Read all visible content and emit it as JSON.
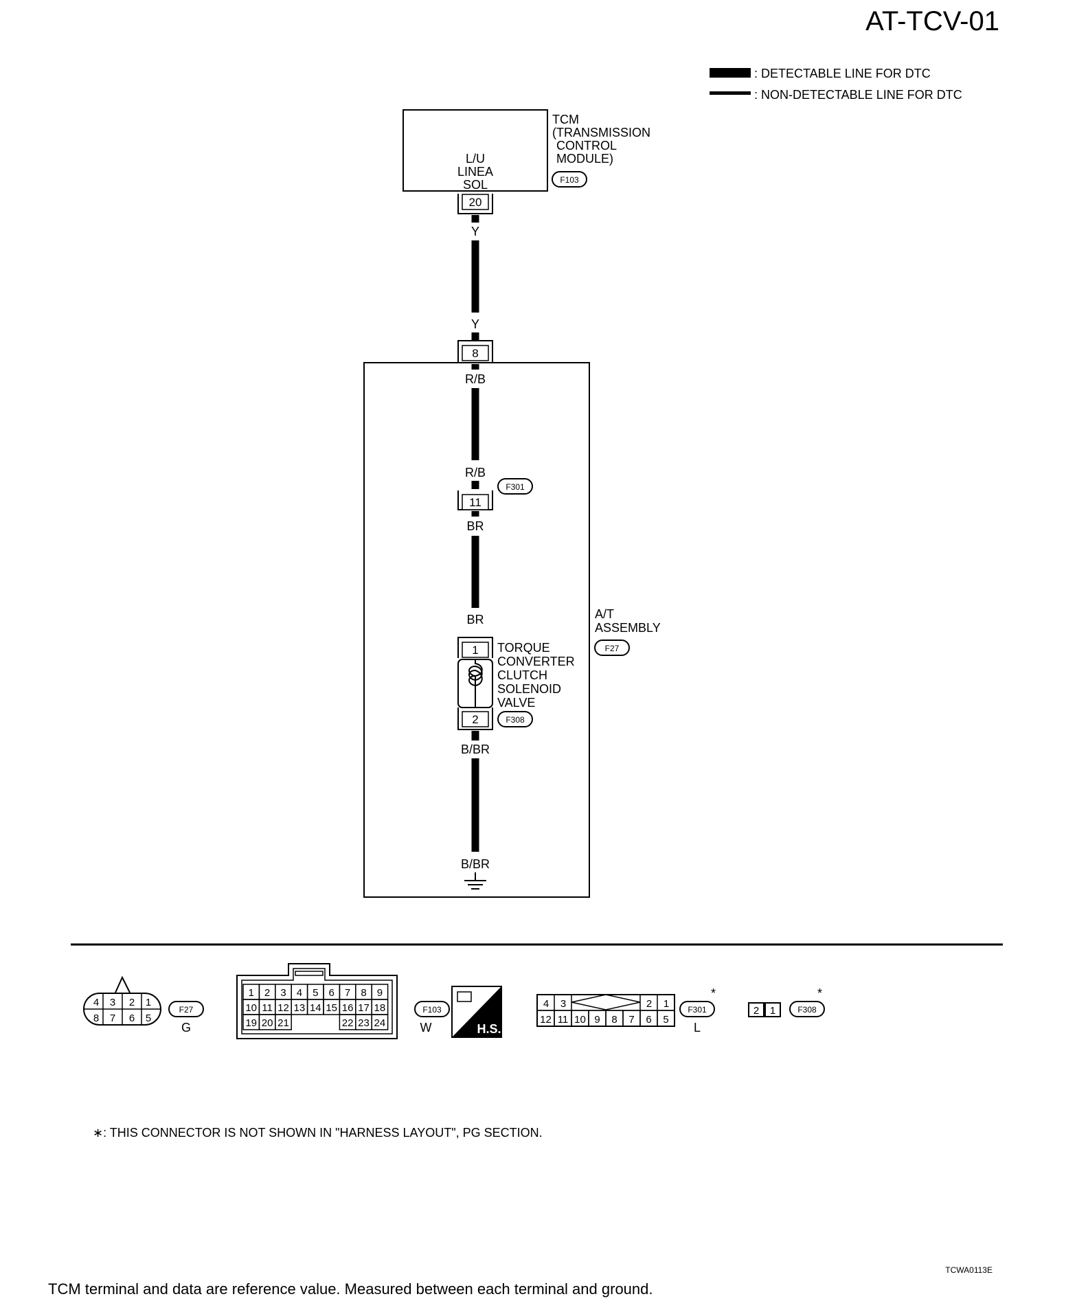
{
  "title": "AT-TCV-01",
  "legend": {
    "detectable": ": DETECTABLE LINE FOR DTC",
    "non_detectable": ": NON-DETECTABLE LINE FOR DTC"
  },
  "tcm": {
    "name": "TCM",
    "full_name": [
      "(TRANSMISSION",
      "CONTROL",
      "MODULE)"
    ],
    "connector": "F103",
    "terminal_label": [
      "L/U",
      "LINEA",
      "SOL"
    ],
    "pin": "20"
  },
  "wires": {
    "tcm_out_top": "Y",
    "tcm_out_bottom": "Y",
    "at_in_top": "R/B",
    "at_in_bottom": "R/B",
    "f301_out_top": "BR",
    "f301_out_bottom": "BR",
    "ground_top": "B/BR",
    "ground_bottom": "B/BR"
  },
  "at_assembly": {
    "name": [
      "A/T",
      "ASSEMBLY"
    ],
    "connector": "F27",
    "pin": "8"
  },
  "f301": {
    "connector": "F301",
    "pin": "11"
  },
  "solenoid": {
    "name": [
      "TORQUE",
      "CONVERTER",
      "CLUTCH",
      "SOLENOID",
      "VALVE"
    ],
    "pin_top": "1",
    "pin_bottom": "2",
    "connector": "F308"
  },
  "connectors": {
    "f27": {
      "id": "F27",
      "color": "G",
      "top_row": [
        "4",
        "3",
        "2",
        "1"
      ],
      "bottom_row": [
        "8",
        "7",
        "6",
        "5"
      ]
    },
    "f103": {
      "id": "F103",
      "color": "W",
      "row1": [
        "1",
        "2",
        "3",
        "4",
        "5",
        "6",
        "7",
        "8",
        "9"
      ],
      "row2": [
        "10",
        "11",
        "12",
        "13",
        "14",
        "15",
        "16",
        "17",
        "18"
      ],
      "row3_left": [
        "19",
        "20",
        "21"
      ],
      "row3_right": [
        "22",
        "23",
        "24"
      ]
    },
    "hs_badge": "H.S.",
    "f301": {
      "id": "F301",
      "color": "L",
      "star": "*",
      "top_left": [
        "4",
        "3"
      ],
      "top_right": [
        "2",
        "1"
      ],
      "bottom_row": [
        "12",
        "11",
        "10",
        "9",
        "8",
        "7",
        "6",
        "5"
      ]
    },
    "f308": {
      "id": "F308",
      "star": "*",
      "cells": [
        "2",
        "1"
      ]
    }
  },
  "note": "∗: THIS CONNECTOR IS NOT SHOWN IN \"HARNESS LAYOUT\", PG SECTION.",
  "code": "TCWA0113E",
  "footer": "TCM terminal and data are reference value. Measured between each terminal and ground."
}
